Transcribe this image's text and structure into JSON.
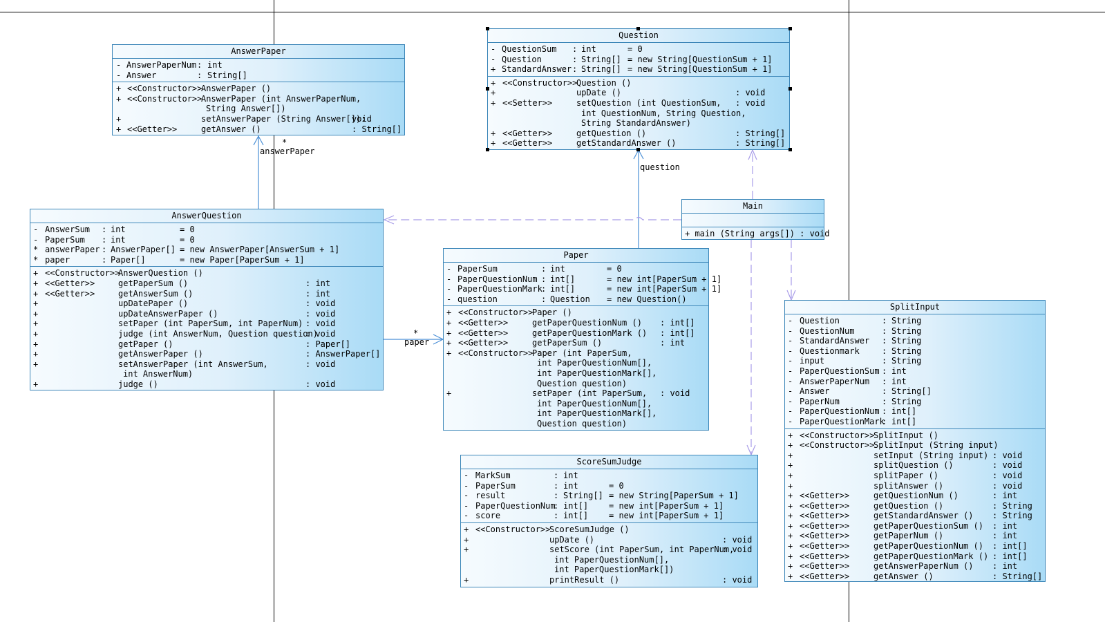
{
  "classes": {
    "answerpaper": {
      "name": "AnswerPaper",
      "attrs": [
        [
          "-",
          "AnswerPaperNum",
          ":",
          "int",
          ""
        ],
        [
          "-",
          "Answer",
          ":",
          "String[]",
          ""
        ]
      ],
      "ops": [
        {
          "v": "+",
          "st": "<<Constructor>>",
          "n": "AnswerPaper ()",
          "t": ""
        },
        {
          "v": "+",
          "st": "<<Constructor>>",
          "n": "AnswerPaper (int AnswerPaperNum,",
          "cont": [
            "String Answer[])"
          ],
          "t": ""
        },
        {
          "v": "+",
          "st": "",
          "n": "setAnswerPaper (String Answer[]):",
          "t": "void"
        },
        {
          "v": "+",
          "st": "<<Getter>>",
          "n": "getAnswer ()",
          "t": ": String[]"
        }
      ]
    },
    "question": {
      "name": "Question",
      "attrs": [
        [
          "-",
          "QuestionSum",
          ":",
          "int",
          "= 0"
        ],
        [
          "-",
          "Question",
          ":",
          "String[]",
          "= new String[QuestionSum + 1]"
        ],
        [
          "+",
          "StandardAnswer",
          ":",
          "String[]",
          "= new String[QuestionSum + 1]"
        ]
      ],
      "ops": [
        {
          "v": "+",
          "st": "<<Constructor>>",
          "n": "Question ()",
          "t": ""
        },
        {
          "v": "+",
          "st": "",
          "n": "upDate ()",
          "t": ": void"
        },
        {
          "v": "+",
          "st": "<<Setter>>",
          "n": "setQuestion (int QuestionSum,",
          "cont": [
            "int QuestionNum, String Question,",
            "String StandardAnswer)"
          ],
          "t": ": void"
        },
        {
          "v": "+",
          "st": "<<Getter>>",
          "n": "getQuestion ()",
          "t": ": String[]"
        },
        {
          "v": "+",
          "st": "<<Getter>>",
          "n": "getStandardAnswer ()",
          "t": ": String[]"
        }
      ]
    },
    "answerquestion": {
      "name": "AnswerQuestion",
      "attrs": [
        [
          "-",
          "AnswerSum",
          ":",
          "int",
          "= 0"
        ],
        [
          "-",
          "PaperSum",
          ":",
          "int",
          "= 0"
        ],
        [
          "*",
          "answerPaper",
          ":",
          "AnswerPaper[]",
          "= new AnswerPaper[AnswerSum + 1]"
        ],
        [
          "*",
          "paper",
          ":",
          "Paper[]",
          "= new Paper[PaperSum + 1]"
        ]
      ],
      "ops": [
        {
          "v": "+",
          "st": "<<Constructor>>",
          "n": "AnswerQuestion ()",
          "t": ""
        },
        {
          "v": "+",
          "st": "<<Getter>>",
          "n": "getPaperSum ()",
          "t": ": int"
        },
        {
          "v": "+",
          "st": "<<Getter>>",
          "n": "getAnswerSum ()",
          "t": ": int"
        },
        {
          "v": "+",
          "st": "",
          "n": "upDatePaper ()",
          "t": ": void"
        },
        {
          "v": "+",
          "st": "",
          "n": "upDateAnswerPaper ()",
          "t": ": void"
        },
        {
          "v": "+",
          "st": "",
          "n": "setPaper (int PaperSum, int PaperNum)",
          "t": ": void"
        },
        {
          "v": "+",
          "st": "",
          "n": "judge (int AnswerNum, Question question)",
          "t": ": void"
        },
        {
          "v": "+",
          "st": "",
          "n": "getPaper ()",
          "t": ": Paper[]"
        },
        {
          "v": "+",
          "st": "",
          "n": "getAnswerPaper ()",
          "t": ": AnswerPaper[]"
        },
        {
          "v": "+",
          "st": "",
          "n": "setAnswerPaper (int AnswerSum,",
          "cont": [
            "int AnswerNum)"
          ],
          "t": ": void"
        },
        {
          "v": "+",
          "st": "",
          "n": "judge ()",
          "t": ": void"
        }
      ]
    },
    "main": {
      "name": "Main",
      "op": "+ main (String args[]) : void"
    },
    "paper": {
      "name": "Paper",
      "attrs": [
        [
          "-",
          "PaperSum",
          ":",
          "int",
          "= 0"
        ],
        [
          "-",
          "PaperQuestionNum",
          ":",
          "int[]",
          "= new int[PaperSum + 1]"
        ],
        [
          "-",
          "PaperQuestionMark",
          ":",
          "int[]",
          "= new int[PaperSum + 1]"
        ],
        [
          "-",
          "question",
          ":",
          "Question",
          "= new Question()"
        ]
      ],
      "ops": [
        {
          "v": "+",
          "st": "<<Constructor>>",
          "n": "Paper ()",
          "t": ""
        },
        {
          "v": "+",
          "st": "<<Getter>>",
          "n": "getPaperQuestionNum ()",
          "t": ": int[]"
        },
        {
          "v": "+",
          "st": "<<Getter>>",
          "n": "getPaperQuestionMark ()",
          "t": ": int[]"
        },
        {
          "v": "+",
          "st": "<<Getter>>",
          "n": "getPaperSum ()",
          "t": ": int"
        },
        {
          "v": "+",
          "st": "<<Constructor>>",
          "n": "Paper (int PaperSum,",
          "cont": [
            "int PaperQuestionNum[],",
            "int PaperQuestionMark[],",
            "Question question)"
          ],
          "t": ""
        },
        {
          "v": "+",
          "st": "",
          "n": "setPaper (int PaperSum,",
          "cont": [
            "int PaperQuestionNum[],",
            "int PaperQuestionMark[],",
            "Question question)"
          ],
          "t": ": void"
        }
      ]
    },
    "scoresumjudge": {
      "name": "ScoreSumJudge",
      "attrs": [
        [
          "-",
          "MarkSum",
          ":",
          "int",
          ""
        ],
        [
          "-",
          "PaperSum",
          ":",
          "int",
          "= 0"
        ],
        [
          "-",
          "result",
          ":",
          "String[]",
          "= new String[PaperSum + 1]"
        ],
        [
          "-",
          "PaperQuestionNum",
          ":",
          "int[]",
          "= new int[PaperSum + 1]"
        ],
        [
          "-",
          "score",
          ":",
          "int[]",
          "= new int[PaperSum + 1]"
        ]
      ],
      "ops": [
        {
          "v": "+",
          "st": "<<Constructor>>",
          "n": "ScoreSumJudge ()",
          "t": ""
        },
        {
          "v": "+",
          "st": "",
          "n": "upDate ()",
          "t": ": void"
        },
        {
          "v": "+",
          "st": "",
          "n": "setScore (int PaperSum, int PaperNum,",
          "cont": [
            "int PaperQuestionNum[],",
            "int PaperQuestionMark[])"
          ],
          "t": ": void"
        },
        {
          "v": "+",
          "st": "",
          "n": "printResult ()",
          "t": ": void"
        }
      ]
    },
    "splitinput": {
      "name": "SplitInput",
      "attrs": [
        [
          "-",
          "Question",
          ":",
          "String",
          ""
        ],
        [
          "-",
          "QuestionNum",
          ":",
          "String",
          ""
        ],
        [
          "-",
          "StandardAnswer",
          ":",
          "String",
          ""
        ],
        [
          "-",
          "Questionmark",
          ":",
          "String",
          ""
        ],
        [
          "-",
          "input",
          ":",
          "String",
          ""
        ],
        [
          "-",
          "PaperQuestionSum",
          ":",
          "int",
          ""
        ],
        [
          "-",
          "AnswerPaperNum",
          ":",
          "int",
          ""
        ],
        [
          "-",
          "Answer",
          ":",
          "String[]",
          ""
        ],
        [
          "-",
          "PaperNum",
          ":",
          "String",
          ""
        ],
        [
          "-",
          "PaperQuestionNum",
          ":",
          "int[]",
          ""
        ],
        [
          "-",
          "PaperQuestionMark",
          ":",
          "int[]",
          ""
        ]
      ],
      "ops": [
        {
          "v": "+",
          "st": "<<Constructor>>",
          "n": "SplitInput ()",
          "t": ""
        },
        {
          "v": "+",
          "st": "<<Constructor>>",
          "n": "SplitInput (String input)",
          "t": ""
        },
        {
          "v": "+",
          "st": "",
          "n": "setInput (String input)",
          "t": ": void"
        },
        {
          "v": "+",
          "st": "",
          "n": "splitQuestion ()",
          "t": ": void"
        },
        {
          "v": "+",
          "st": "",
          "n": "splitPaper ()",
          "t": ": void"
        },
        {
          "v": "+",
          "st": "",
          "n": "splitAnswer ()",
          "t": ": void"
        },
        {
          "v": "+",
          "st": "<<Getter>>",
          "n": "getQuestionNum ()",
          "t": ": int"
        },
        {
          "v": "+",
          "st": "<<Getter>>",
          "n": "getQuestion ()",
          "t": ": String"
        },
        {
          "v": "+",
          "st": "<<Getter>>",
          "n": "getStandardAnswer ()",
          "t": ": String"
        },
        {
          "v": "+",
          "st": "<<Getter>>",
          "n": "getPaperQuestionSum ()",
          "t": ": int"
        },
        {
          "v": "+",
          "st": "<<Getter>>",
          "n": "getPaperNum ()",
          "t": ": int"
        },
        {
          "v": "+",
          "st": "<<Getter>>",
          "n": "getPaperQuestionNum ()",
          "t": ": int[]"
        },
        {
          "v": "+",
          "st": "<<Getter>>",
          "n": "getPaperQuestionMark ()",
          "t": ": int[]"
        },
        {
          "v": "+",
          "st": "<<Getter>>",
          "n": "getAnswerPaperNum ()",
          "t": ": int"
        },
        {
          "v": "+",
          "st": "<<Getter>>",
          "n": "getAnswer ()",
          "t": ": String[]"
        }
      ]
    }
  },
  "labels": {
    "answerPaper_mult": "*",
    "answerPaper_role": "answerPaper",
    "question_role": "question",
    "paper_mult": "*",
    "paper_role": "paper"
  },
  "colors": {
    "class_border": "#3c86b8",
    "assoc_line": "#4a8fd6",
    "dependency_line": "#a89ce8"
  }
}
